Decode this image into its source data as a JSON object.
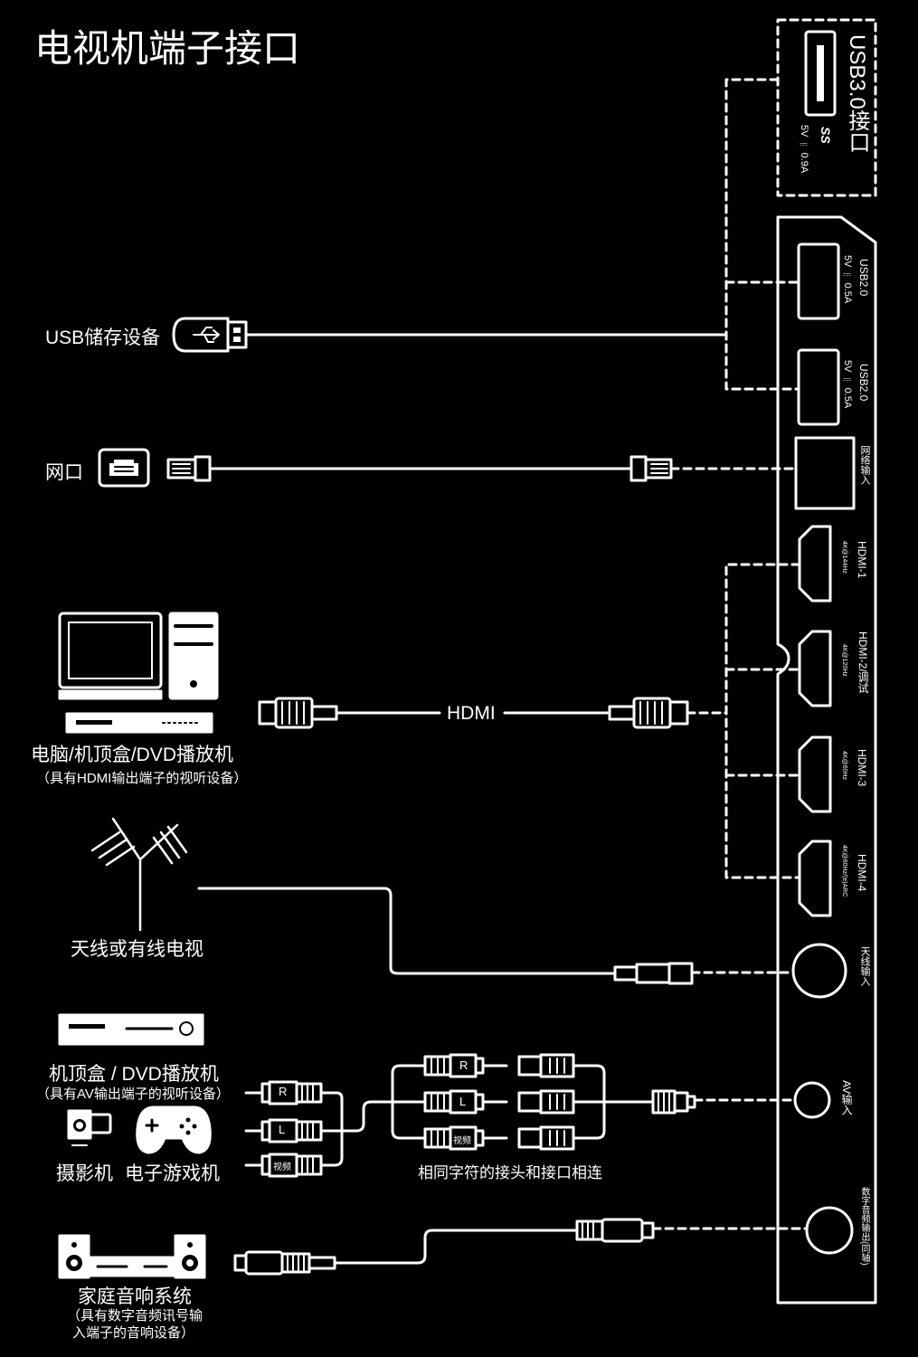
{
  "title": "电视机端子接口",
  "usb3": {
    "label": "USB3.0接口",
    "spec": "5V ⎓ 0.9A",
    "logo": "SS"
  },
  "panel_ports": [
    {
      "name": "USB2.0",
      "spec": "5V ⎓ 0.5A"
    },
    {
      "name": "USB2.0",
      "spec": "5V ⎓ 0.5A"
    },
    {
      "name": "网络输入",
      "spec": ""
    },
    {
      "name": "HDMI-1",
      "spec": "4K@144Hz"
    },
    {
      "name": "HDMI-2/调试",
      "spec": "4K@120Hz"
    },
    {
      "name": "HDMI-3",
      "spec": "4K@60Hz"
    },
    {
      "name": "HDMI-4",
      "spec": "4K@60Hz/(e)ARC"
    },
    {
      "name": "天线输入",
      "spec": ""
    },
    {
      "name": "AV输入",
      "spec": ""
    },
    {
      "name": "数字音频输出(同轴)",
      "spec": ""
    }
  ],
  "devices": {
    "usb_storage": "USB储存设备",
    "network": "网口",
    "computer": "电脑/机顶盒/DVD播放机",
    "computer_note": "（具有HDMI输出端子的视听设备）",
    "antenna": "天线或有线电视",
    "av_player": "机顶盒 / DVD播放机",
    "av_note": "（具有AV输出端子的视听设备）",
    "camcorder": "摄影机",
    "game_console": "电子游戏机",
    "home_audio": "家庭音响系统",
    "home_audio_note_1": "（具有数字音频讯号输",
    "home_audio_note_2": "入端子的音响设备）"
  },
  "cable_labels": {
    "hdmi": "HDMI",
    "av_hint": "相同字符的接头和接口相连",
    "plug_r": "R",
    "plug_l": "L",
    "plug_video": "视频"
  }
}
